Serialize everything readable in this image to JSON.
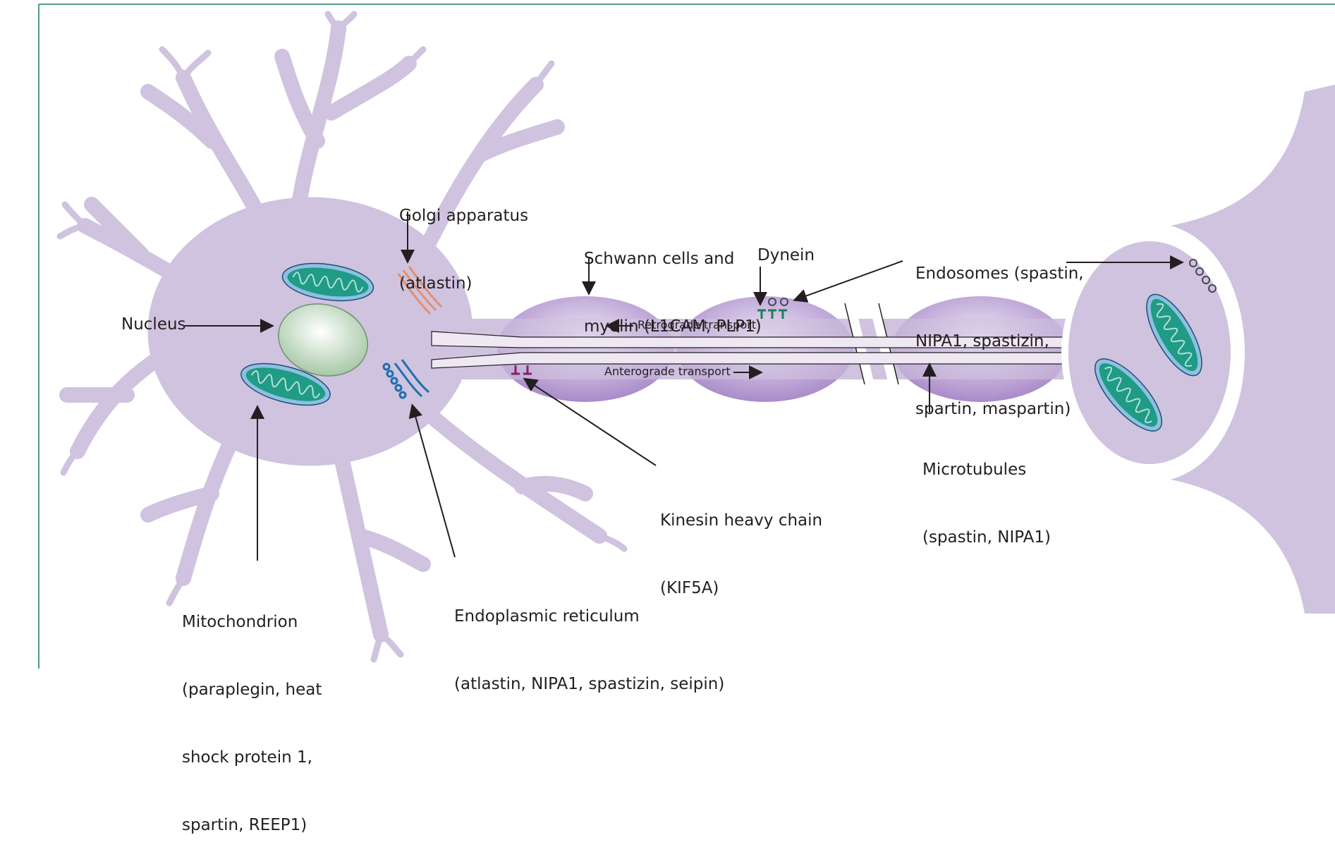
{
  "labels": {
    "golgi": [
      "Golgi apparatus",
      "(atlastin)"
    ],
    "schwann": [
      "Schwann cells and",
      "myelin (L1CAM, PLP1)"
    ],
    "dynein": "Dynein",
    "endosomes": [
      "Endosomes (spastin,",
      "NIPA1, spastizin,",
      "spartin, maspartin)"
    ],
    "nucleus": "Nucleus",
    "retrograde": "Retrograde transport",
    "anterograde": "Anterograde transport",
    "microtubules": [
      "Microtubules",
      "(spastin, NIPA1)"
    ],
    "kinesin": [
      "Kinesin heavy chain",
      "(KIF5A)"
    ],
    "mitochondrion": [
      "Mitochondrion",
      "(paraplegin, heat",
      "shock protein 1,",
      "spartin, REEP1)"
    ],
    "er": [
      "Endoplasmic reticulum",
      "(atlastin, NIPA1, spastizin, seipin)"
    ]
  },
  "colors": {
    "cell": "#cfc3df",
    "myelin": "#a98bc9",
    "mito_fill": "#1f9b86",
    "mito_outer": "#8fbfe3",
    "nucleus": "#dfeadb",
    "golgi": "#e68e6c",
    "er": "#1f6fae",
    "dynein": "#1e7d5a",
    "kinesin": "#8a1d6e",
    "frame": "#1f7a5c",
    "arrow": "#231f20"
  }
}
